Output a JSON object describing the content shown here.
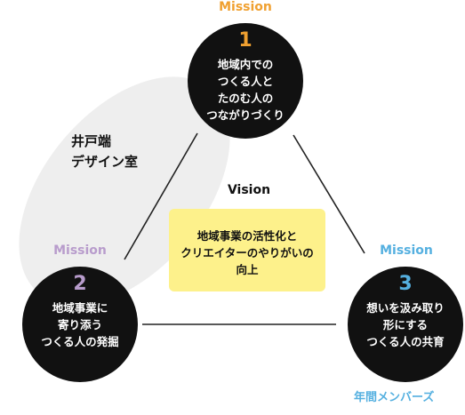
{
  "community": {
    "label": "井戸端\nデザイン室",
    "area_color": "#eeeeee"
  },
  "vision": {
    "title": "Vision",
    "text": "地域事業の活性化と\nクリエイターのやりがいの\n向上",
    "box_color": "#fdf18b"
  },
  "missions": [
    {
      "label": "Mission",
      "number": "1",
      "text": "地域内での\nつくる人と\nたのむ人の\nつながりづくり",
      "accent_color": "#f0a030"
    },
    {
      "label": "Mission",
      "number": "2",
      "text": "地域事業に\n寄り添う\nつくる人の発掘",
      "accent_color": "#b89ccc"
    },
    {
      "label": "Mission",
      "number": "3",
      "text": "想いを汲み取り\n形にする\nつくる人の共育",
      "accent_color": "#55b0e0"
    }
  ],
  "members": {
    "label": "年間メンバーズ",
    "color": "#55b0e0"
  },
  "circle_color": "#111111",
  "line_color": "#222222"
}
